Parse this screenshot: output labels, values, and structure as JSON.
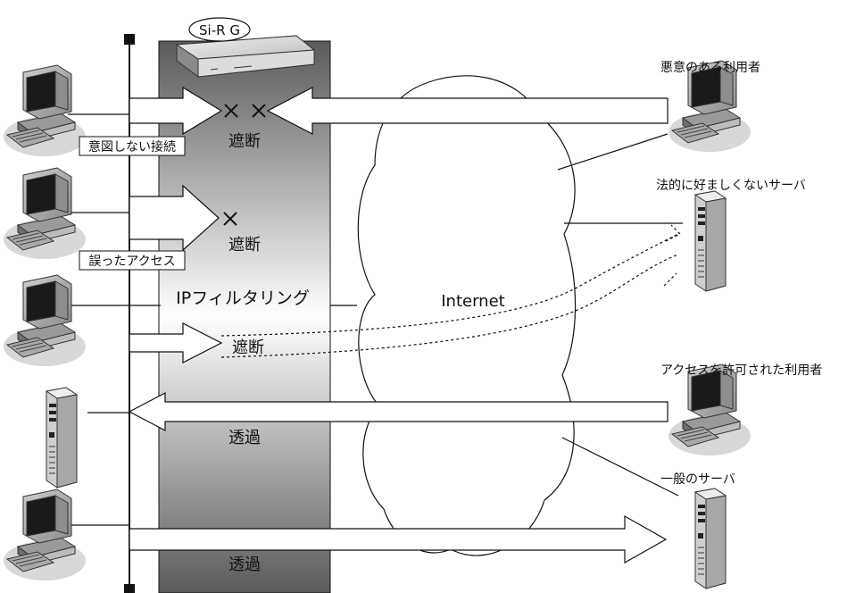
{
  "router": {
    "label": "Si-R G"
  },
  "filter": {
    "label": "IPフィルタリング"
  },
  "internet": {
    "label": "Internet"
  },
  "labels": {
    "block_1": "遮断",
    "block_2": "遮断",
    "block_3": "遮断",
    "pass_1": "透過",
    "pass_2": "透過",
    "unintended_connection": "意図しない接続",
    "wrong_access": "誤ったアクセス"
  },
  "remote": {
    "malicious_user": "悪意のある利用者",
    "illegal_server": "法的に好ましくないサーバ",
    "permitted_user": "アクセスを許可された利用者",
    "general_server": "一般のサーバ"
  },
  "colors": {
    "filter_dark": "#5f5f5f",
    "filter_light": "#ffffff",
    "line": "#111111"
  }
}
